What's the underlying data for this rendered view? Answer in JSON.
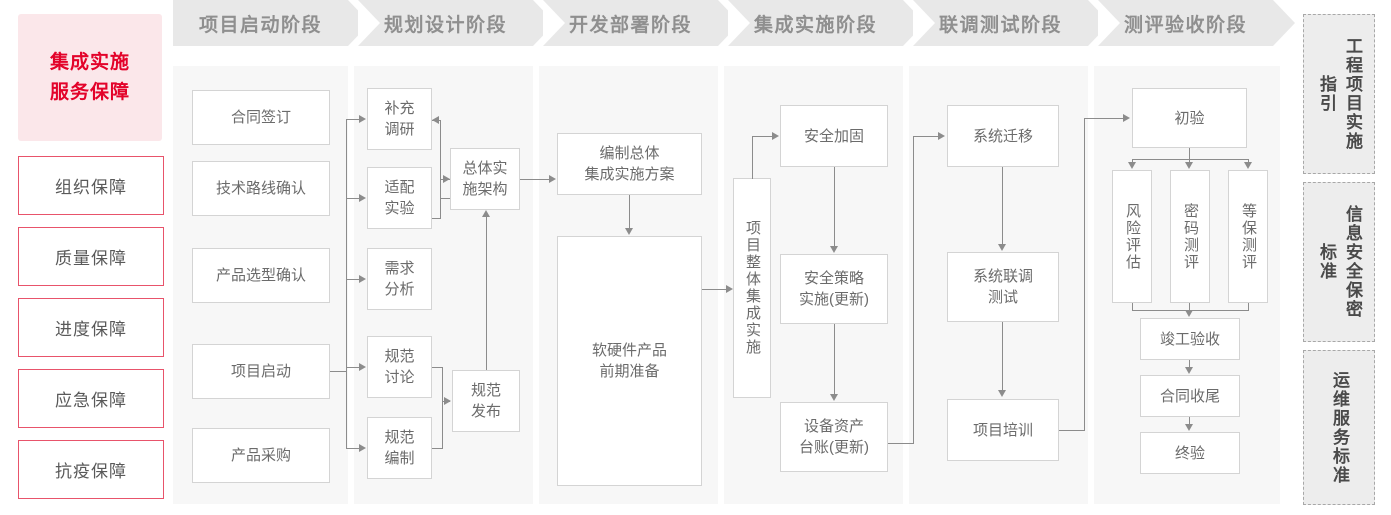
{
  "left_panel": {
    "title": "集成实施\n服务保障",
    "title_color": "#e3032a",
    "title_bg": "#fbe7ea",
    "items": [
      {
        "label": "组织保障"
      },
      {
        "label": "质量保障"
      },
      {
        "label": "进度保障"
      },
      {
        "label": "应急保障"
      },
      {
        "label": "抗疫保障"
      }
    ]
  },
  "phases": [
    {
      "header": "项目启动阶段"
    },
    {
      "header": "规划设计阶段"
    },
    {
      "header": "开发部署阶段"
    },
    {
      "header": "集成实施阶段"
    },
    {
      "header": "联调测试阶段"
    },
    {
      "header": "测评验收阶段"
    }
  ],
  "nodes": {
    "p1": [
      {
        "label": "合同签订"
      },
      {
        "label": "技术路线确认"
      },
      {
        "label": "产品选型确认"
      },
      {
        "label": "项目启动"
      },
      {
        "label": "产品采购"
      }
    ],
    "p2": [
      {
        "label": "补充\n调研"
      },
      {
        "label": "适配\n实验"
      },
      {
        "label": "需求\n分析"
      },
      {
        "label": "规范\n讨论"
      },
      {
        "label": "规范\n编制"
      },
      {
        "label": "总体实\n施架构"
      },
      {
        "label": "规范\n发布"
      }
    ],
    "p3": [
      {
        "label": "编制总体\n集成实施方案"
      },
      {
        "label": "软硬件产品\n前期准备"
      }
    ],
    "p4": [
      {
        "label": "项目整体集成实施"
      },
      {
        "label": "安全加固"
      },
      {
        "label": "安全策略\n实施(更新)"
      },
      {
        "label": "设备资产\n台账(更新)"
      }
    ],
    "p5": [
      {
        "label": "系统迁移"
      },
      {
        "label": "系统联调\n测试"
      },
      {
        "label": "项目培训"
      }
    ],
    "p6": [
      {
        "label": "初验"
      },
      {
        "label": "风险评估"
      },
      {
        "label": "密码测评"
      },
      {
        "label": "等保测评"
      },
      {
        "label": "竣工验收"
      },
      {
        "label": "合同收尾"
      },
      {
        "label": "终验"
      }
    ]
  },
  "standards": [
    {
      "label": "工程项目实施指引"
    },
    {
      "label": "信息安全保密标准"
    },
    {
      "label": "运维服务标准"
    }
  ],
  "colors": {
    "accent_red": "#e3032a",
    "header_gray": "#e8e8e8",
    "panel_gray": "#f7f7f7",
    "node_border": "#d4d4d4",
    "line": "#8c8c8c"
  }
}
